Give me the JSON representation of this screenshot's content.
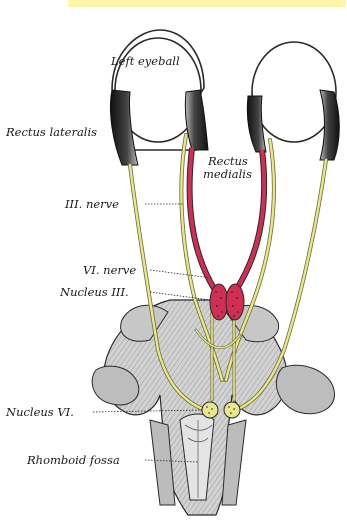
{
  "labels": {
    "left_eyeball": "Left eyeball",
    "rectus_lateralis": "Rectus lateralis",
    "rectus_medialis_1": "Rectus",
    "rectus_medialis_2": "medialis",
    "third_nerve": "III. nerve",
    "sixth_nerve": "VI. nerve",
    "nucleus_three": "Nucleus III.",
    "nucleus_six": "Nucleus VI.",
    "rhomboid_fossa": "Rhomboid fossa"
  },
  "colors": {
    "background": "#ffffff",
    "top_band": "#fdf6a8",
    "nerve": "#e9e78d",
    "nerve_outline": "#6d6b3a",
    "muscle_red": "#d02e53",
    "muscle_pink": "#e9a6b4",
    "muscle_dark": "#1f1f1f",
    "brainstem_fill": "#cfcfcf",
    "brainstem_shade": "#8a8a8a",
    "outline": "#2a2a2a"
  }
}
